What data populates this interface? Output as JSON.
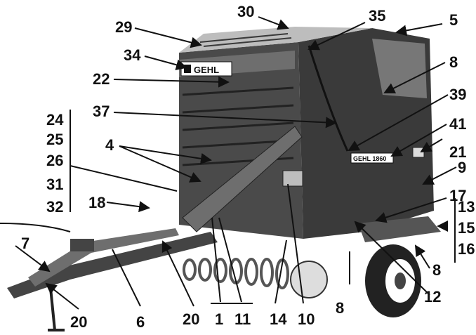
{
  "figure": {
    "brand_text": "GEHL",
    "side_decal_text": "GEHL 1860",
    "callouts": [
      "30",
      "35",
      "5",
      "29",
      "34",
      "22",
      "8",
      "39",
      "37",
      "41",
      "21",
      "4",
      "9",
      "24",
      "25",
      "26",
      "31",
      "32",
      "17",
      "18",
      "13",
      "15",
      "16",
      "7",
      "8",
      "12",
      "8",
      "20",
      "6",
      "20",
      "1",
      "11",
      "14",
      "10"
    ]
  },
  "colors": {
    "ink": "#111111",
    "body_dark": "#3a3a3a",
    "body_mid": "#6e6e6e",
    "body_light": "#bdbdbd",
    "paper": "#ffffff"
  }
}
